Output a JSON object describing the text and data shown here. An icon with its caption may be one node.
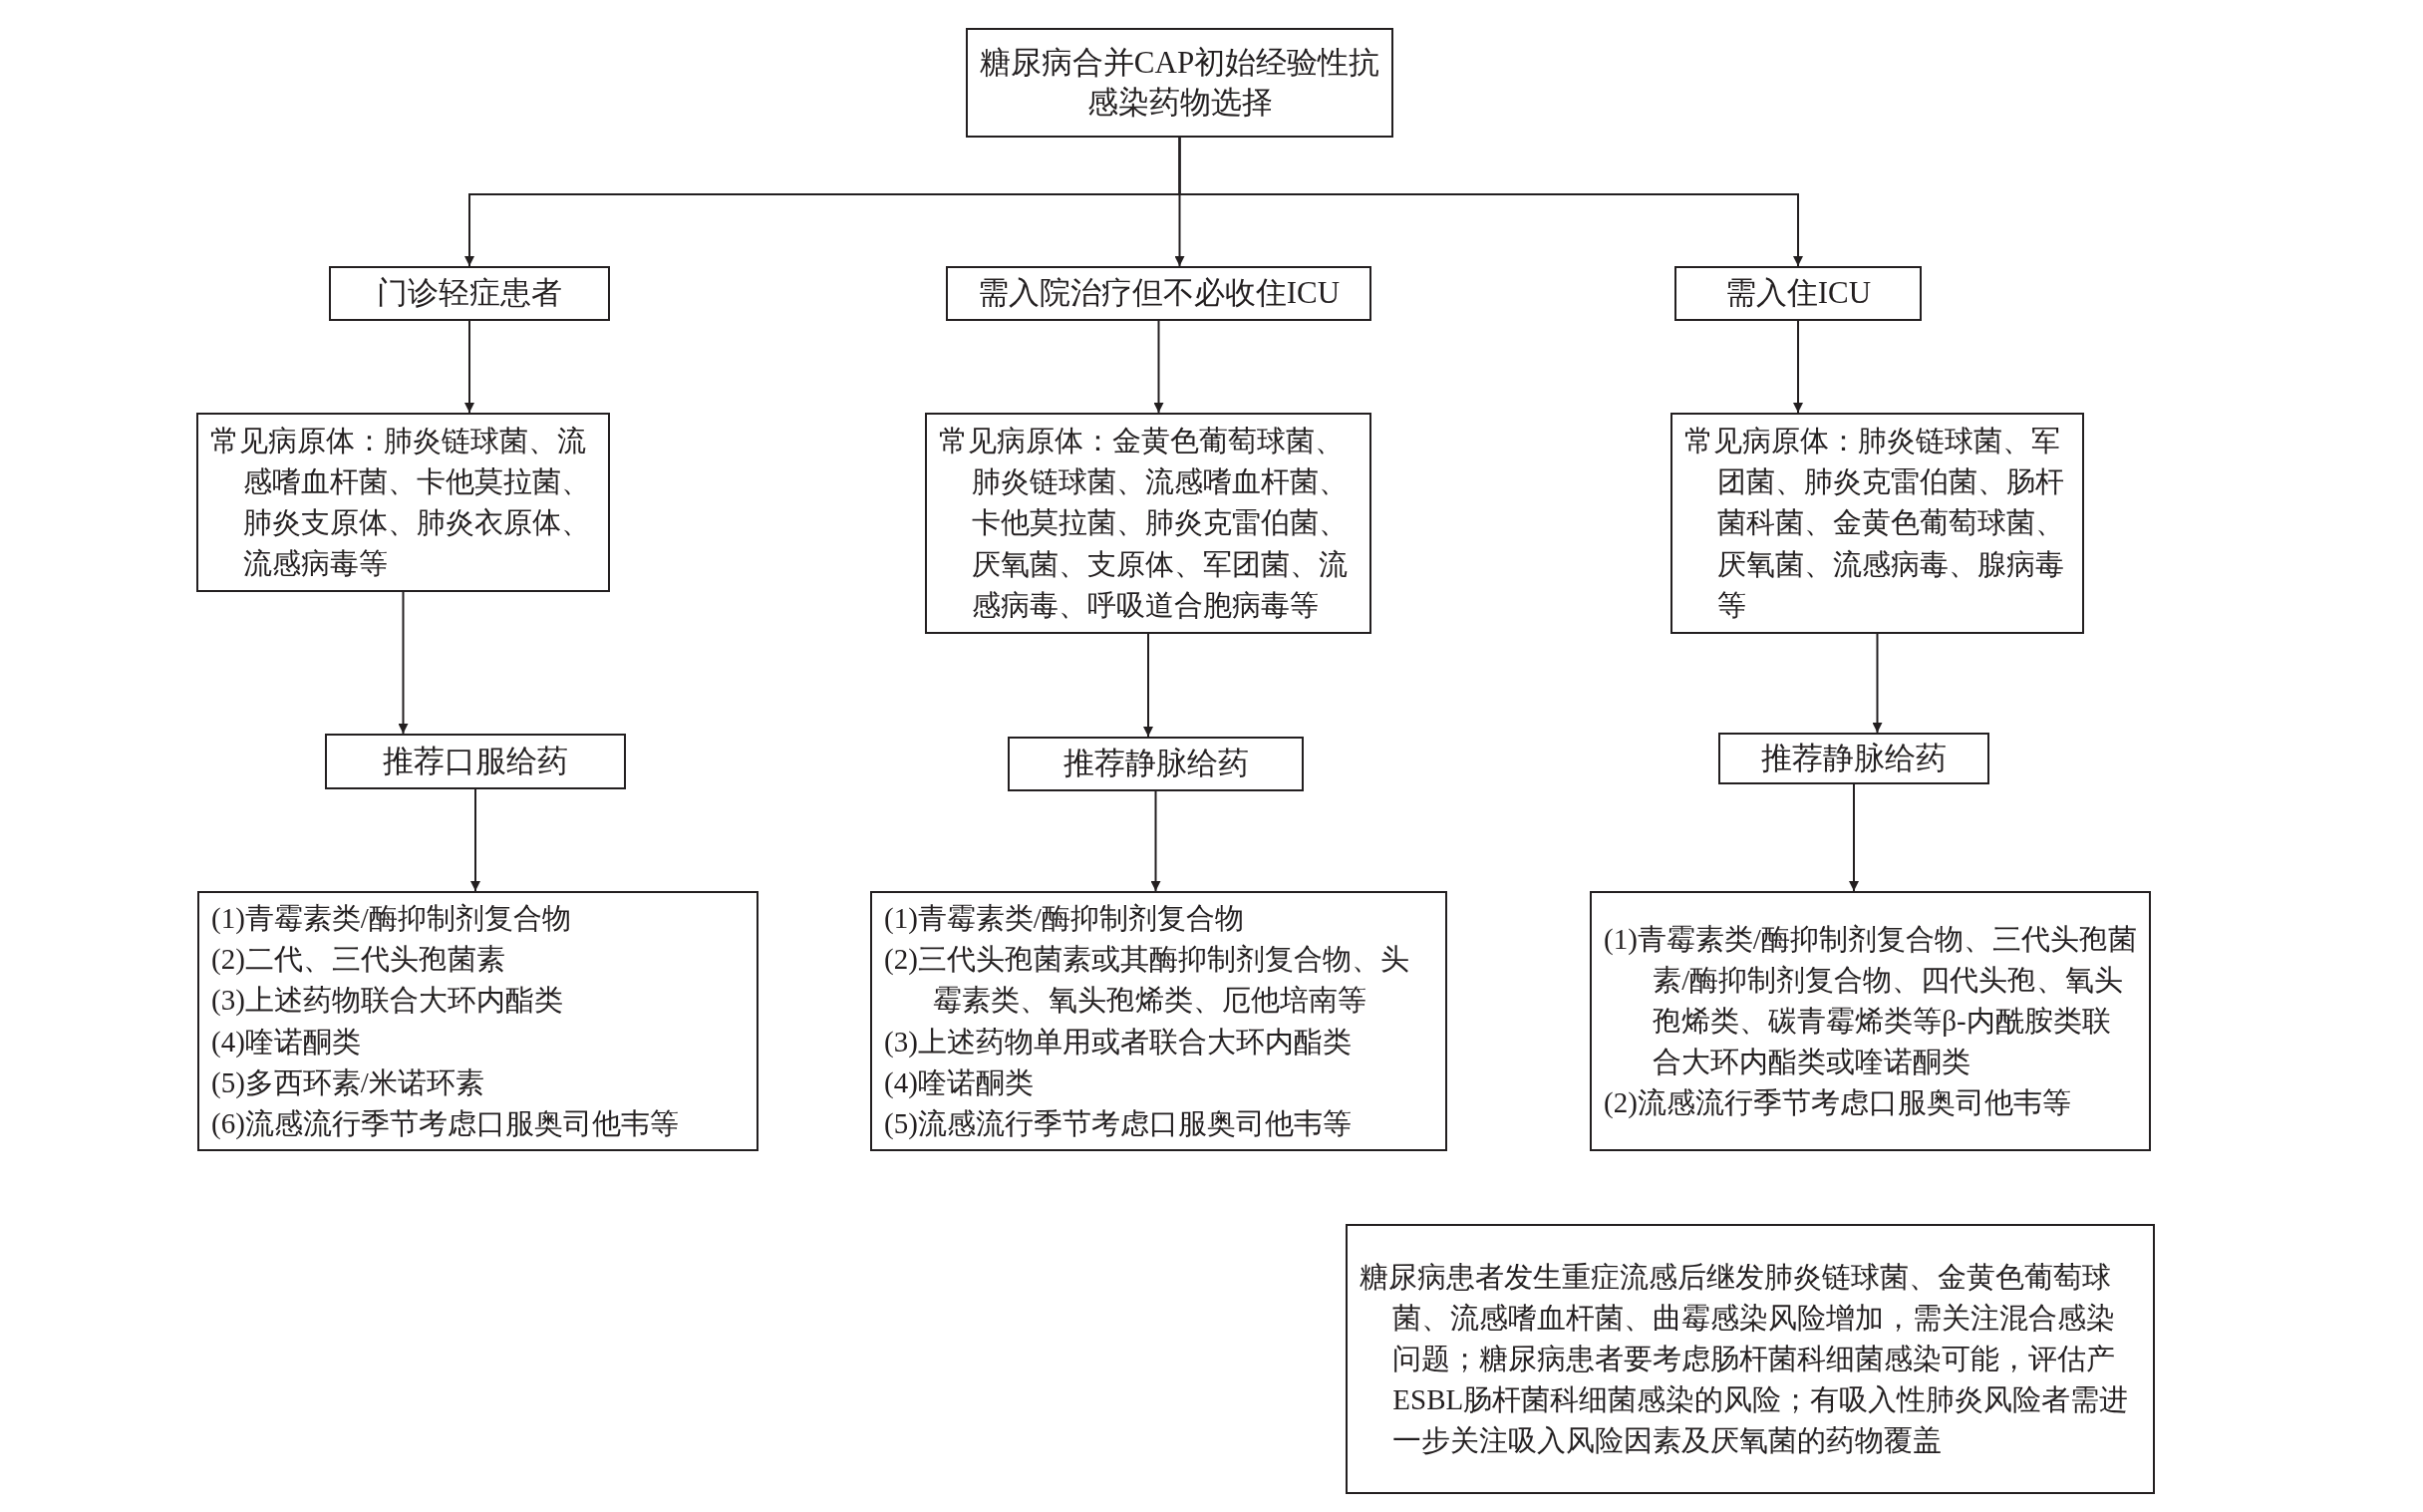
{
  "diagram": {
    "nodes": [
      {
        "text": [
          "糖尿病合并CAP初始经验性抗感染药物选择"
        ]
      },
      {
        "text": [
          "门诊轻症患者"
        ]
      },
      {
        "text": [
          "需入院治疗但不必收住ICU"
        ]
      },
      {
        "text": [
          "需入住ICU"
        ]
      },
      {
        "text": [
          "常见病原体：肺炎链球菌、流感嗜血杆菌、卡他莫拉菌、肺炎支原体、肺炎衣原体、流感病毒等"
        ]
      },
      {
        "text": [
          "常见病原体：金黄色葡萄球菌、肺炎链球菌、流感嗜血杆菌、卡他莫拉菌、肺炎克雷伯菌、厌氧菌、支原体、军团菌、流感病毒、呼吸道合胞病毒等"
        ]
      },
      {
        "text": [
          "常见病原体：肺炎链球菌、军团菌、肺炎克雷伯菌、肠杆菌科菌、金黄色葡萄球菌、厌氧菌、流感病毒、腺病毒等"
        ]
      },
      {
        "text": [
          "推荐口服给药"
        ]
      },
      {
        "text": [
          "推荐静脉给药"
        ]
      },
      {
        "text": [
          "推荐静脉给药"
        ]
      },
      {
        "text": [
          "(1)青霉素类/酶抑制剂复合物",
          "(2)二代、三代头孢菌素",
          "(3)上述药物联合大环内酯类",
          "(4)喹诺酮类",
          "(5)多西环素/米诺环素",
          "(6)流感流行季节考虑口服奥司他韦等"
        ]
      },
      {
        "text": [
          "(1)青霉素类/酶抑制剂复合物",
          "(2)三代头孢菌素或其酶抑制剂复合物、头霉素类、氧头孢烯类、厄他培南等",
          "(3)上述药物单用或者联合大环内酯类",
          "(4)喹诺酮类",
          "(5)流感流行季节考虑口服奥司他韦等"
        ]
      },
      {
        "text": [
          "(1)青霉素类/酶抑制剂复合物、三代头孢菌素/酶抑制剂复合物、四代头孢、氧头孢烯类、碳青霉烯类等β-内酰胺类联合大环内酯类或喹诺酮类",
          "(2)流感流行季节考虑口服奥司他韦等"
        ]
      },
      {
        "text": [
          "糖尿病患者发生重症流感后继发肺炎链球菌、金黄色葡萄球菌、流感嗜血杆菌、曲霉感染风险增加，需关注混合感染问题；糖尿病患者要考虑肠杆菌科细菌感染可能，评估产ESBL肠杆菌科细菌感染的风险；有吸入性肺炎风险者需进一步关注吸入风险因素及厌氧菌的药物覆盖"
        ]
      }
    ],
    "edges": [
      {
        "from": 0,
        "to": 1,
        "arrow": "to"
      },
      {
        "from": 0,
        "to": 2,
        "arrow": "to"
      },
      {
        "from": 0,
        "to": 3,
        "arrow": "to"
      },
      {
        "from": 1,
        "to": 4,
        "arrow": "to"
      },
      {
        "from": 2,
        "to": 5,
        "arrow": "to"
      },
      {
        "from": 3,
        "to": 6,
        "arrow": "to"
      },
      {
        "from": 4,
        "to": 7,
        "arrow": "to"
      },
      {
        "from": 5,
        "to": 8,
        "arrow": "to"
      },
      {
        "from": 6,
        "to": 9,
        "arrow": "to"
      },
      {
        "from": 7,
        "to": 10,
        "arrow": "to"
      },
      {
        "from": 8,
        "to": 11,
        "arrow": "to"
      },
      {
        "from": 9,
        "to": 12,
        "arrow": "to"
      }
    ]
  }
}
